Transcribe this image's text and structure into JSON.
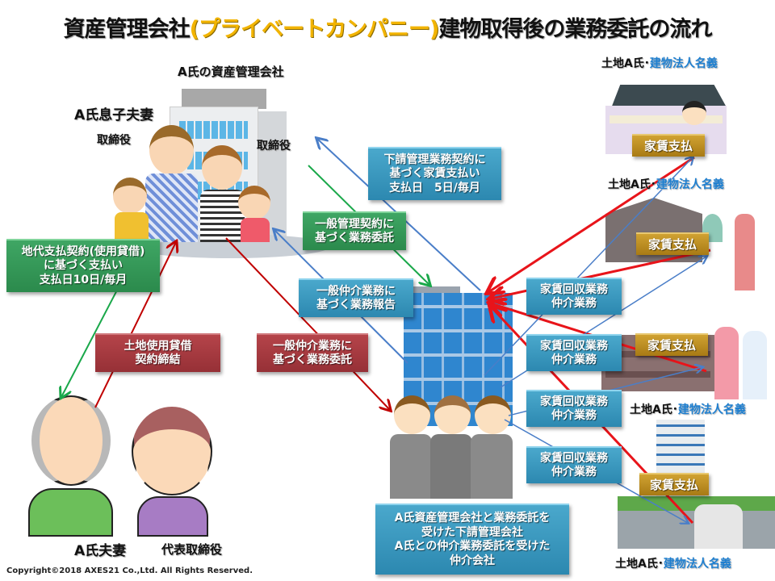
{
  "title": {
    "part1": "資産管理会社",
    "accent": "(プライベートカンパニー)",
    "part2": "建物取得後の業務委託の流れ"
  },
  "labels": {
    "asset_company": "A氏の資産管理会社",
    "son_couple": "A氏息子夫妻",
    "director_left": "取締役",
    "director_right": "取締役",
    "parents": "A氏夫妻",
    "representative": "代表取締役"
  },
  "owner_label": {
    "prefix": "土地A氏･",
    "suffix": "建物法人名義"
  },
  "boxes": {
    "sub_mgmt_payment": [
      "下請管理業務契約に",
      "基づく家賃支払い",
      "支払日　5日/毎月"
    ],
    "general_mgmt": [
      "一般管理契約に",
      "基づく業務委託"
    ],
    "brokerage_report": [
      "一般仲介業務に",
      "基づく業務報告"
    ],
    "brokerage_commission": [
      "一般仲介業務に",
      "基づく業務委託"
    ],
    "land_rent_payment": [
      "地代支払契約(使用貸借)",
      "に基づく支払い",
      "支払日10日/毎月"
    ],
    "land_loan": [
      "土地使用貸借",
      "契約締結"
    ],
    "subcontractor": [
      "A氏資産管理会社と業務委託を",
      "受けた下請管理会社",
      "A氏との仲介業務委託を受けた",
      "仲介会社"
    ],
    "rent_collection": [
      "家賃回収業務",
      "仲介業務"
    ],
    "rent_payment": "家賃支払"
  },
  "colors": {
    "blue_arrow": "#4a7ec8",
    "green_arrow": "#1aa84a",
    "red_arrow": "#e8141a",
    "dark_red_arrow": "#c00000",
    "accent_gold": "#f2b400",
    "owner_blue": "#1e7fd0"
  },
  "copyright": "Copyright©2018 AXES21 Co.,Ltd.  All Rights Reserved."
}
